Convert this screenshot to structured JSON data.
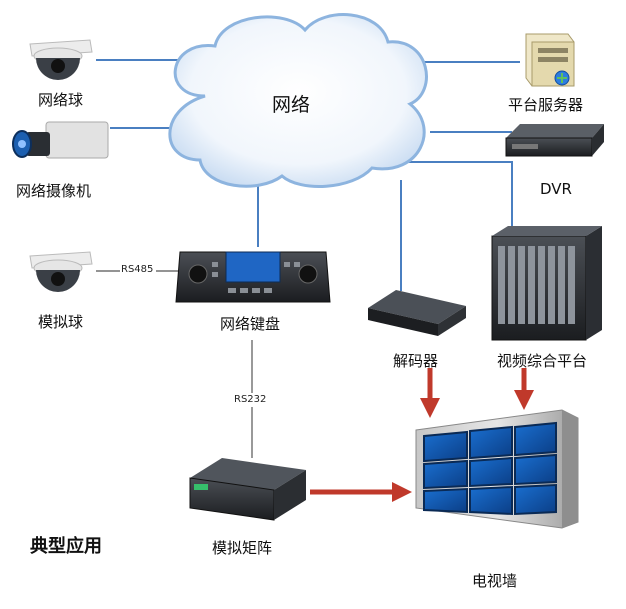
{
  "diagram": {
    "cloud_label": "网络",
    "caption": "典型应用",
    "devices": {
      "network_dome": "网络球",
      "network_camera": "网络摄像机",
      "analog_dome": "模拟球",
      "network_keyboard": "网络键盘",
      "platform_server": "平台服务器",
      "dvr": "DVR",
      "decoder": "解码器",
      "video_platform": "视频综合平台",
      "analog_matrix": "模拟矩阵",
      "video_wall": "电视墙"
    },
    "links": {
      "rs485": "RS485",
      "rs232": "RS232"
    },
    "colors": {
      "network_line": "#4a7fc1",
      "serial_line": "#555555",
      "arrow": "#c0392b",
      "cloud_edge": "#8db4df"
    }
  }
}
